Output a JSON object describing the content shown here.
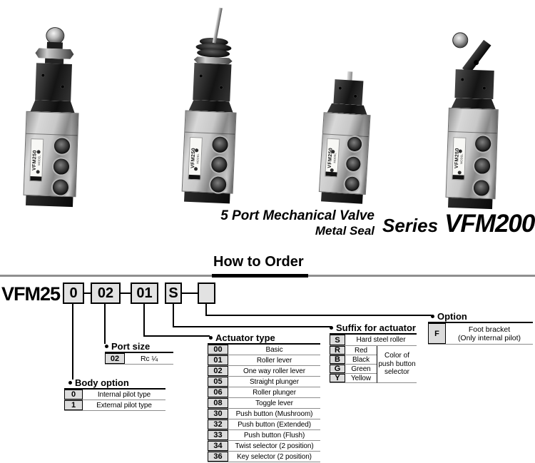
{
  "header": {
    "title_line1": "5 Port Mechanical Valve",
    "title_line2": "Metal Seal",
    "series_prefix": "Series",
    "series_name": "VFM200"
  },
  "valve_label": {
    "model": "MODEL",
    "series": "VFM250"
  },
  "how_to_order": {
    "heading": "How to Order",
    "part_number": {
      "prefix": "VFM25",
      "seg_body": "0",
      "seg_port": "02",
      "seg_actuator": "01",
      "seg_suffix": "S",
      "seg_option": ""
    },
    "body_option": {
      "title": "Body option",
      "rows": [
        {
          "code": "0",
          "label": "Internal pilot type"
        },
        {
          "code": "1",
          "label": "External pilot type"
        }
      ]
    },
    "port_size": {
      "title": "Port size",
      "rows": [
        {
          "code": "02",
          "label": "Rc ¼"
        }
      ]
    },
    "actuator_type": {
      "title": "Actuator type",
      "rows": [
        {
          "code": "00",
          "label": "Basic"
        },
        {
          "code": "01",
          "label": "Roller lever"
        },
        {
          "code": "02",
          "label": "One way roller lever"
        },
        {
          "code": "05",
          "label": "Straight plunger"
        },
        {
          "code": "06",
          "label": "Roller plunger"
        },
        {
          "code": "08",
          "label": "Toggle lever"
        },
        {
          "code": "30",
          "label": "Push button (Mushroom)"
        },
        {
          "code": "32",
          "label": "Push button (Extended)"
        },
        {
          "code": "33",
          "label": "Push button (Flush)"
        },
        {
          "code": "34",
          "label": "Twist selector (2 position)"
        },
        {
          "code": "36",
          "label": "Key selector (2 position)"
        }
      ]
    },
    "suffix_for_actuator": {
      "title": "Suffix for actuator",
      "steel_row": {
        "code": "S",
        "label": "Hard steel roller"
      },
      "color_rows": [
        {
          "code": "R",
          "label": "Red"
        },
        {
          "code": "B",
          "label": "Black"
        },
        {
          "code": "G",
          "label": "Green"
        },
        {
          "code": "Y",
          "label": "Yellow"
        }
      ],
      "color_note": "Color of push button selector"
    },
    "option": {
      "title": "Option",
      "rows": [
        {
          "code": "F",
          "label_line1": "Foot bracket",
          "label_line2": "(Only internal pilot)"
        }
      ]
    }
  }
}
